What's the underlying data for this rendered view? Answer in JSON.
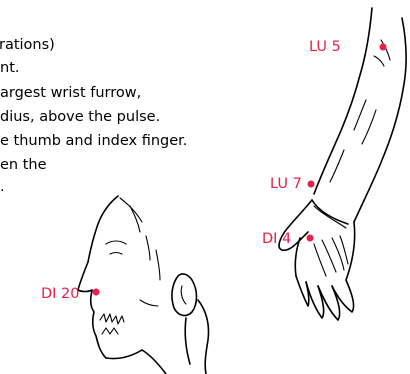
{
  "accent_color": "#e8214b",
  "text_lines": [
    "rations)",
    "nt.",
    "argest wrist furrow,",
    "dius, above the pulse.",
    "e thumb and index finger.",
    "en the",
    "."
  ],
  "points": {
    "lu5": "LU 5",
    "lu7": "LU 7",
    "di4": "DI 4",
    "di20": "DI 20"
  },
  "illustrations": {
    "arm": "arm-hand-line-drawing",
    "head": "head-profile-line-drawing"
  }
}
